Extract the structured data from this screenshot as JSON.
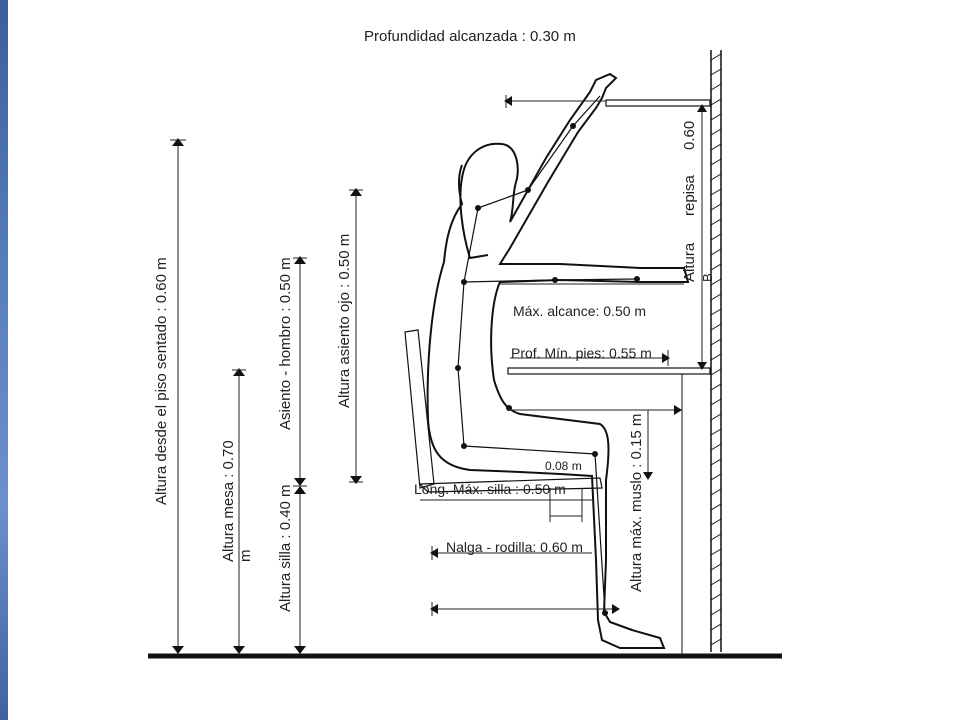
{
  "labels": {
    "profundidad": "Profundidad alcanzada : 0.30 m",
    "altura_piso": "Altura desde el piso sentado :  0.60 m",
    "altura_mesa_line1": "Altura  mesa  :  0.70",
    "altura_mesa_line2": "m",
    "asiento_hombro": "Asiento - hombro : 0.50 m",
    "altura_silla": "Altura  silla : 0.40  m",
    "asiento_ojo": "Altura asiento ojo : 0.50 m",
    "altura_repisa_value": "0.60",
    "altura_repisa_word2": "repisa",
    "altura_repisa_word1": "Altura",
    "altura_repisa_extra": "B",
    "max_alcance": "Máx. alcance: 0.50 m",
    "prof_min_pies": "Prof. Mín. pies: 0.55 m",
    "altura_max_muslo": "Altura máx. muslo : 0.15 m",
    "medida_008": "0.08 m",
    "long_max_silla": "Long. Máx. silla : 0.50 m",
    "nalga_rodilla": "Nalga - rodilla:  0.60 m"
  },
  "colors": {
    "side_bar": "#4a6fb0",
    "lines": "#111111"
  }
}
